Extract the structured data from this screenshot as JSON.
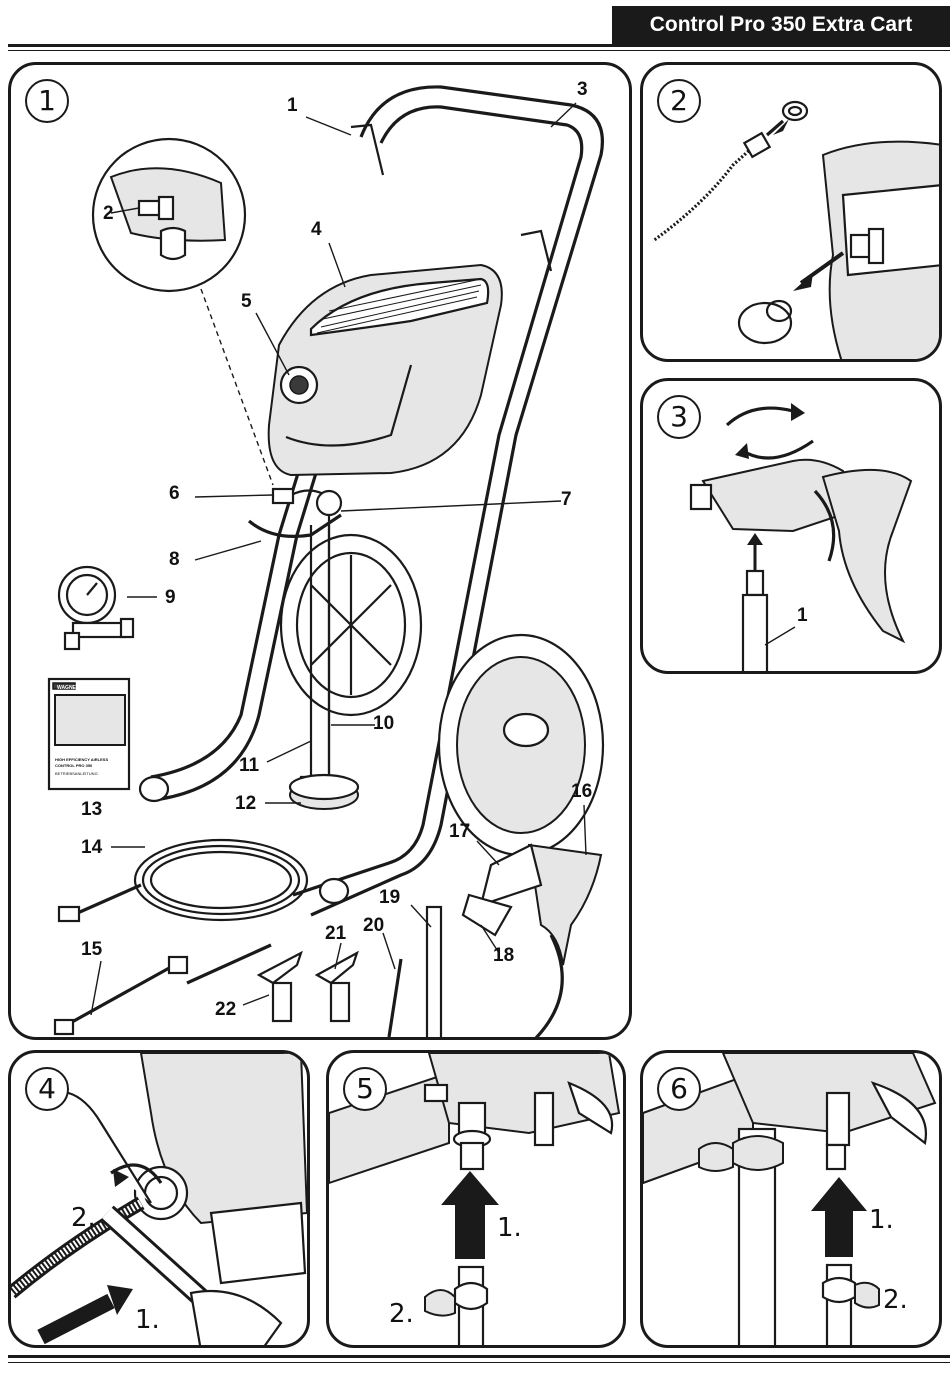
{
  "header": {
    "title": "Control Pro 350 Extra Cart"
  },
  "panels": {
    "p1": {
      "number": "1"
    },
    "p2": {
      "number": "2"
    },
    "p3": {
      "number": "3"
    },
    "p4": {
      "number": "4"
    },
    "p5": {
      "number": "5"
    },
    "p6": {
      "number": "6"
    }
  },
  "callouts": {
    "c1": "1",
    "c2": "2",
    "c3": "3",
    "c4": "4",
    "c5": "5",
    "c6": "6",
    "c7": "7",
    "c8": "8",
    "c9": "9",
    "c10": "10",
    "c11": "11",
    "c12": "12",
    "c13": "13",
    "c14": "14",
    "c15": "15",
    "c16": "16",
    "c17": "17",
    "c18": "18",
    "c19": "19",
    "c20": "20",
    "c21": "21",
    "c22": "22"
  },
  "panel3_callout": "1",
  "step_labels": {
    "p4_first": "2.",
    "p4_second": "1.",
    "p5_first": "1.",
    "p5_second": "2.",
    "p6_first": "1.",
    "p6_second": "2."
  },
  "manual": {
    "brand": "WAGNER",
    "line1": "HIGH EFFICIENCY AIRLESS",
    "line2": "CONTROL PRO 350",
    "line3": "BETRIEBSANLEITUNG"
  }
}
